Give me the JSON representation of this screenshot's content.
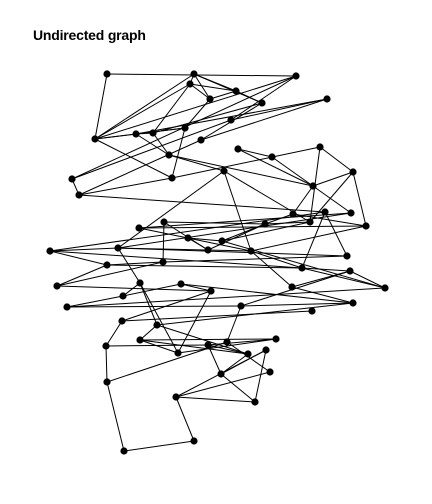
{
  "title": "Undirected graph",
  "style": {
    "edge_color": "#000000",
    "node_color": "#000000",
    "background": "#ffffff"
  },
  "nodes": [
    {
      "id": 0
    },
    {
      "id": 1
    },
    {
      "id": 2
    },
    {
      "id": 3
    },
    {
      "id": 4
    },
    {
      "id": 5
    },
    {
      "id": 6
    },
    {
      "id": 7
    },
    {
      "id": 8
    },
    {
      "id": 9
    },
    {
      "id": 10
    },
    {
      "id": 11
    },
    {
      "id": 12
    },
    {
      "id": 13
    },
    {
      "id": 14
    },
    {
      "id": 15
    },
    {
      "id": 16
    },
    {
      "id": 17
    },
    {
      "id": 18
    },
    {
      "id": 19
    },
    {
      "id": 20
    },
    {
      "id": 21
    },
    {
      "id": 22
    },
    {
      "id": 23
    },
    {
      "id": 24
    },
    {
      "id": 25
    },
    {
      "id": 26
    },
    {
      "id": 27
    },
    {
      "id": 28
    },
    {
      "id": 29
    },
    {
      "id": 30
    },
    {
      "id": 31
    },
    {
      "id": 32
    },
    {
      "id": 33
    },
    {
      "id": 34
    },
    {
      "id": 35
    },
    {
      "id": 36
    },
    {
      "id": 37
    },
    {
      "id": 38
    },
    {
      "id": 39
    },
    {
      "id": 40
    },
    {
      "id": 41
    },
    {
      "id": 42
    },
    {
      "id": 43
    },
    {
      "id": 44
    },
    {
      "id": 45
    },
    {
      "id": 46
    },
    {
      "id": 47
    },
    {
      "id": 48
    },
    {
      "id": 49
    },
    {
      "id": 50
    },
    {
      "id": 51
    },
    {
      "id": 52
    },
    {
      "id": 53
    },
    {
      "id": 54
    },
    {
      "id": 55
    },
    {
      "id": 56
    },
    {
      "id": 57
    },
    {
      "id": 58
    },
    {
      "id": 59
    },
    {
      "id": 60
    },
    {
      "id": 61
    },
    {
      "id": 62
    },
    {
      "id": 63
    },
    {
      "id": 64
    },
    {
      "id": 65
    },
    {
      "id": 66
    },
    {
      "id": 67
    },
    {
      "id": 68
    },
    {
      "id": 69
    },
    {
      "id": 70
    }
  ],
  "edges": [
    [
      0,
      2
    ],
    [
      0,
      6
    ],
    [
      2,
      6
    ],
    [
      1,
      3
    ],
    [
      1,
      4
    ],
    [
      1,
      5
    ],
    [
      1,
      7
    ],
    [
      1,
      6
    ],
    [
      3,
      4
    ],
    [
      3,
      5
    ],
    [
      3,
      6
    ],
    [
      4,
      5
    ],
    [
      5,
      7
    ],
    [
      4,
      11
    ],
    [
      3,
      10
    ],
    [
      6,
      9
    ],
    [
      7,
      10
    ],
    [
      8,
      9
    ],
    [
      8,
      13
    ],
    [
      8,
      12
    ],
    [
      2,
      12
    ],
    [
      2,
      14
    ],
    [
      12,
      14
    ],
    [
      14,
      17
    ],
    [
      17,
      25
    ],
    [
      17,
      20
    ],
    [
      20,
      21
    ],
    [
      6,
      11
    ],
    [
      11,
      20
    ],
    [
      7,
      13
    ],
    [
      13,
      17
    ],
    [
      6,
      20
    ],
    [
      9,
      10
    ],
    [
      9,
      11
    ],
    [
      9,
      18
    ],
    [
      10,
      18
    ],
    [
      15,
      16
    ],
    [
      16,
      30
    ],
    [
      15,
      22
    ],
    [
      18,
      22
    ],
    [
      18,
      19
    ],
    [
      19,
      29
    ],
    [
      19,
      36
    ],
    [
      19,
      37
    ],
    [
      22,
      23
    ],
    [
      22,
      24
    ],
    [
      21,
      23
    ],
    [
      21,
      29
    ],
    [
      23,
      29
    ],
    [
      23,
      31
    ],
    [
      24,
      28
    ],
    [
      24,
      31
    ],
    [
      27,
      33
    ],
    [
      28,
      29
    ],
    [
      28,
      33
    ],
    [
      28,
      34
    ],
    [
      29,
      34
    ],
    [
      30,
      36
    ],
    [
      30,
      32
    ],
    [
      31,
      32
    ],
    [
      31,
      37
    ],
    [
      32,
      37
    ],
    [
      33,
      41
    ],
    [
      34,
      42
    ],
    [
      26,
      27
    ],
    [
      27,
      28
    ],
    [
      26,
      34
    ],
    [
      25,
      35
    ],
    [
      25,
      38
    ],
    [
      35,
      38
    ],
    [
      35,
      40
    ],
    [
      35,
      36
    ],
    [
      25,
      39
    ],
    [
      36,
      39
    ],
    [
      36,
      48
    ],
    [
      36,
      37
    ],
    [
      37,
      38
    ],
    [
      37,
      44
    ],
    [
      38,
      40
    ],
    [
      38,
      42
    ],
    [
      38,
      43
    ],
    [
      39,
      41
    ],
    [
      40,
      41
    ],
    [
      40,
      45
    ],
    [
      41,
      45
    ],
    [
      42,
      43
    ],
    [
      42,
      49
    ],
    [
      43,
      44
    ],
    [
      43,
      53
    ],
    [
      44,
      52
    ],
    [
      45,
      51
    ],
    [
      46,
      47
    ],
    [
      46,
      48
    ],
    [
      46,
      49
    ],
    [
      47,
      51
    ],
    [
      47,
      52
    ],
    [
      48,
      56
    ],
    [
      48,
      55
    ],
    [
      49,
      53
    ],
    [
      50,
      54
    ],
    [
      51,
      54
    ],
    [
      51,
      56
    ],
    [
      52,
      53
    ],
    [
      52,
      55
    ],
    [
      53,
      57
    ],
    [
      54,
      60
    ],
    [
      55,
      61
    ],
    [
      55,
      59
    ],
    [
      56,
      58
    ],
    [
      56,
      59
    ],
    [
      57,
      63
    ],
    [
      58,
      59
    ],
    [
      58,
      62
    ],
    [
      59,
      61
    ],
    [
      60,
      62
    ],
    [
      61,
      62
    ],
    [
      61,
      64
    ],
    [
      60,
      66
    ],
    [
      62,
      64
    ],
    [
      57,
      66
    ],
    [
      66,
      70
    ],
    [
      63,
      67
    ],
    [
      64,
      68
    ],
    [
      65,
      67
    ],
    [
      65,
      68
    ],
    [
      67,
      68
    ],
    [
      67,
      69
    ],
    [
      69,
      70
    ],
    [
      64,
      65
    ]
  ]
}
